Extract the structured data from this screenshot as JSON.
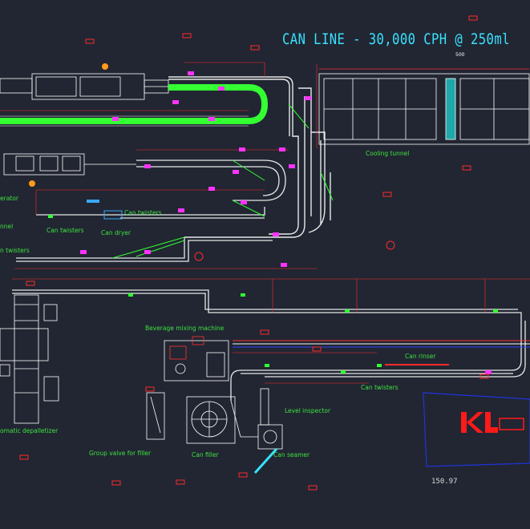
{
  "title": "CAN LINE - 30,000 CPH @ 250ml",
  "labels": {
    "cooling_tunnel": "Cooling tunnel",
    "generator": "erator",
    "tunnel": "nnel",
    "can_twisters_1": "Can twisters",
    "can_dryer": "Can dryer",
    "can_twisters_2": "Can twisters",
    "can_twisters_3": "n twisters",
    "beverage_mixing": "Beverage mixing machine",
    "can_rinser": "Can rinser",
    "can_twisters_4": "Can twisters",
    "level_inspector": "Level inspector",
    "depalletizer": "omatic depalletizer",
    "group_valve": "Group valve for filler",
    "can_filler": "Can filler",
    "can_seamer": "Can seamer"
  },
  "dimension_top": "500",
  "coordinate_readout": "150.97",
  "colors": {
    "background": "#212632",
    "conveyor": "#ffffff",
    "dimension": "#ff2b2b",
    "label": "#3fe23f",
    "accent_green": "#33ff33",
    "magenta": "#ff33ff",
    "cyan": "#39e1ff",
    "logo_red": "#ff1a1a",
    "frame_blue": "#2233dd"
  },
  "icons": {
    "logo": "company-logo",
    "marker": "magenta-drive-marker"
  }
}
